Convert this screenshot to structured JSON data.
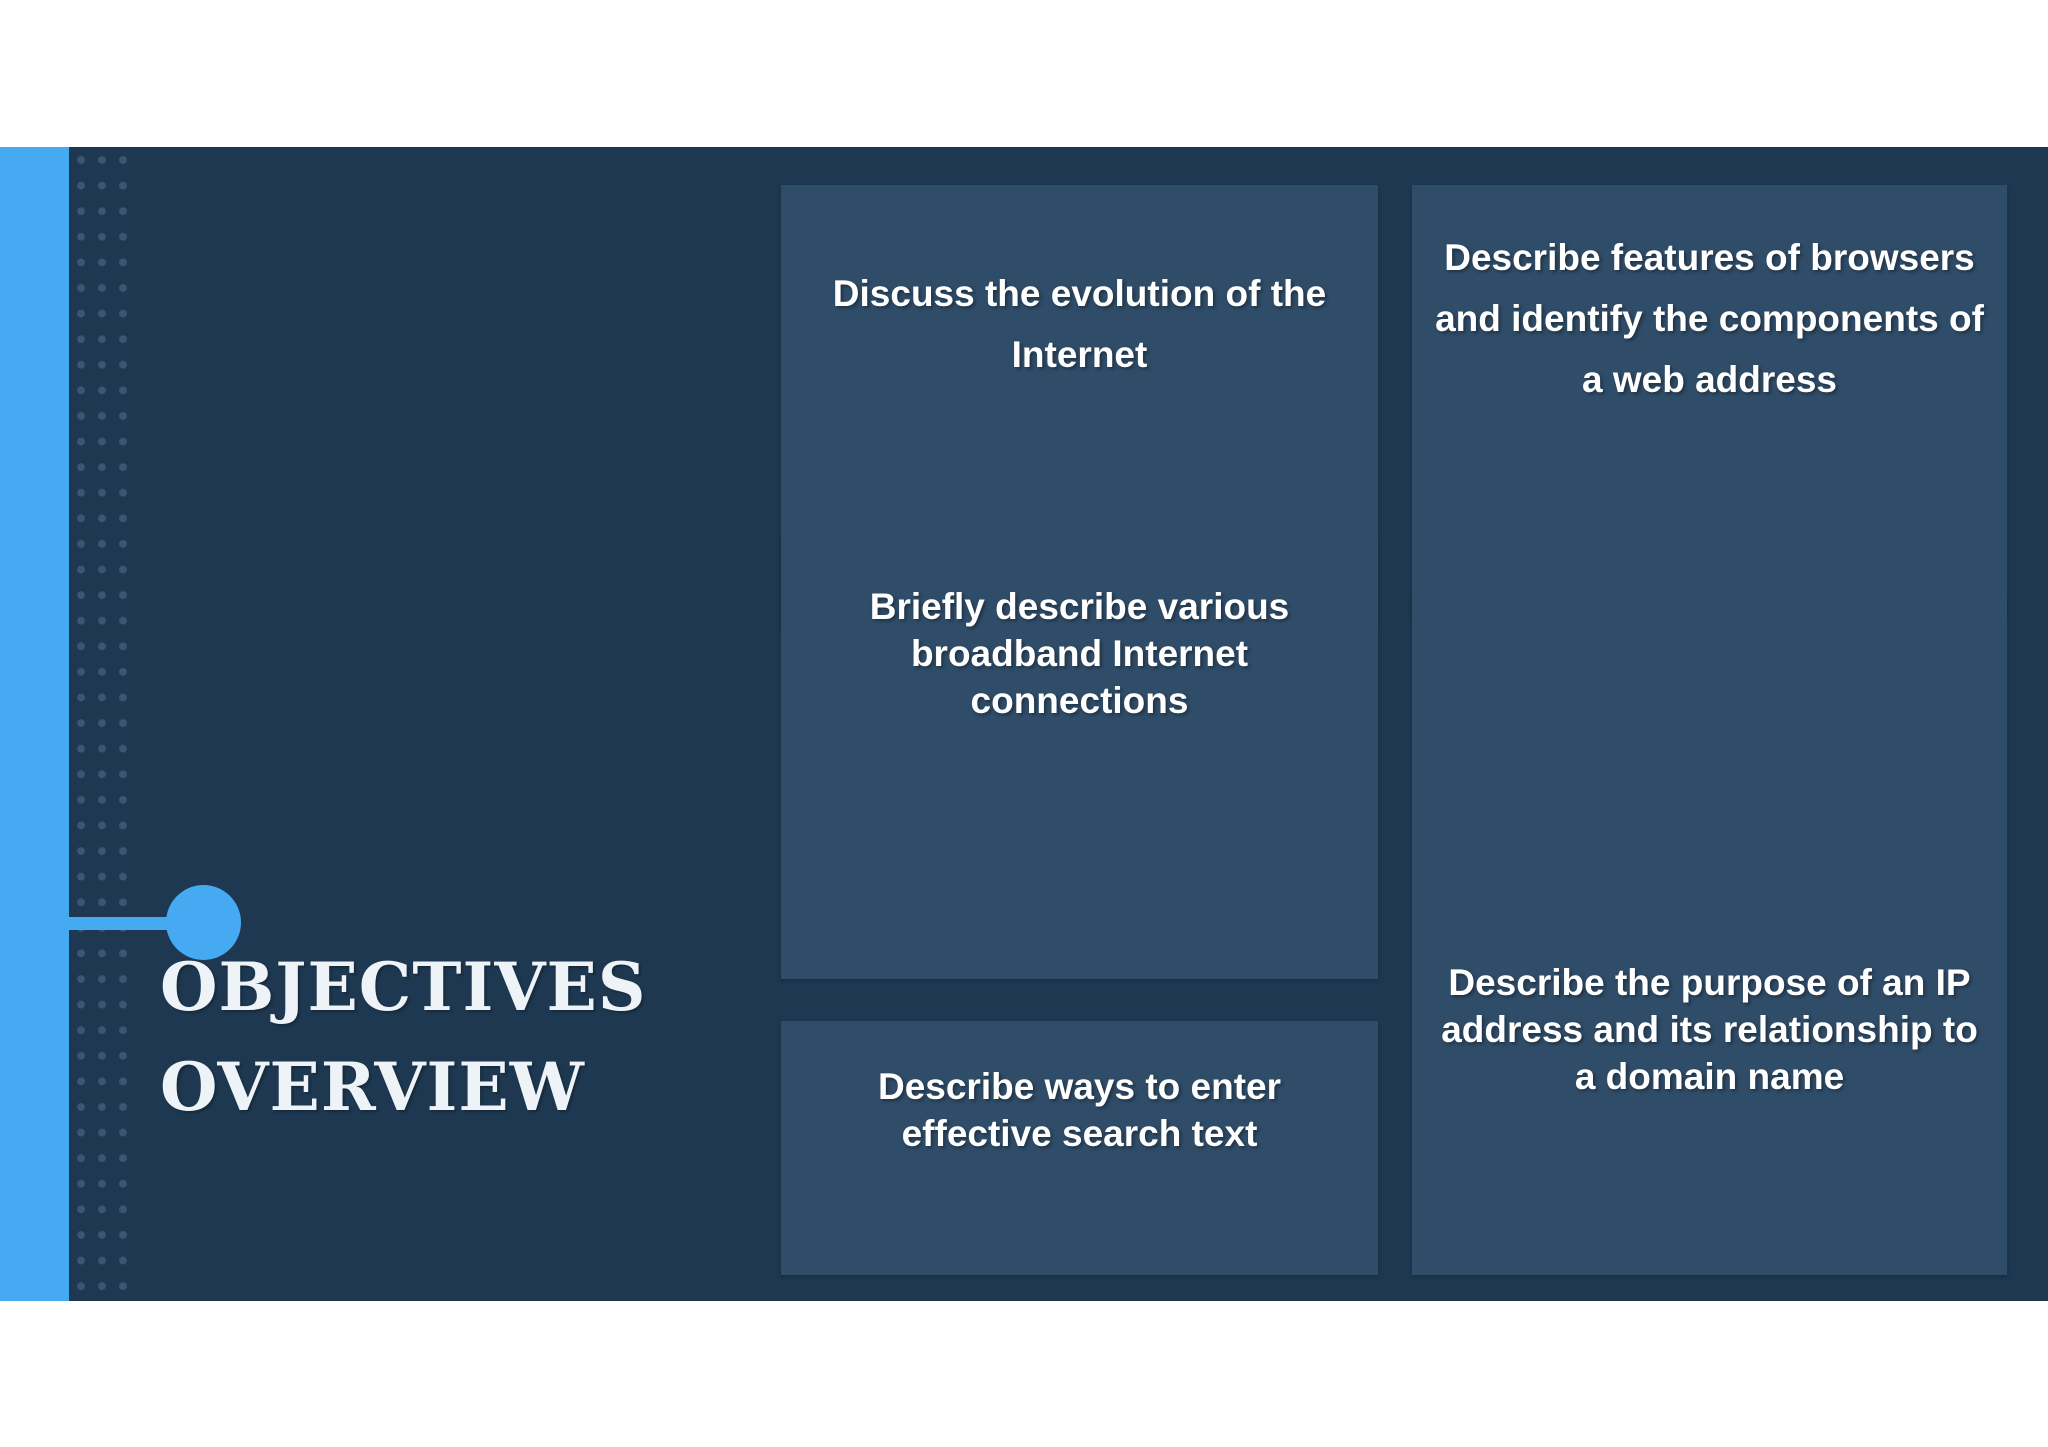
{
  "slide": {
    "title_lines": [
      "OBJECTIVES",
      "OVERVIEW"
    ],
    "colors": {
      "page_background": "#ffffff",
      "slide_background": "#1d3850",
      "accent_blue": "#45aaf2",
      "box_fill": "#2f4c68",
      "dot_color": "#3a5670",
      "title_text": "#eef3f8",
      "box_text": "#ffffff"
    },
    "objectives": [
      {
        "id": "evolution",
        "text": "Discuss the evolution of the Internet",
        "column": "middle",
        "order": 1
      },
      {
        "id": "browsers",
        "text": "Describe features of browsers and identify the components of a web address",
        "column": "right",
        "order": 2
      },
      {
        "id": "broadband",
        "text": "Briefly describe various broadband Internet connections",
        "column": "middle",
        "order": 3
      },
      {
        "id": "search",
        "text": "Describe ways to enter effective search text",
        "column": "middle",
        "order": 4
      },
      {
        "id": "ip",
        "text": "Describe the purpose of an IP address and its relationship to a domain name",
        "column": "right",
        "order": 5
      }
    ],
    "decorations": {
      "accent_bar": "left-vertical-blue-bar",
      "dot_pattern": "dotted-texture-column",
      "connector": "line-with-circle-bullet"
    }
  }
}
